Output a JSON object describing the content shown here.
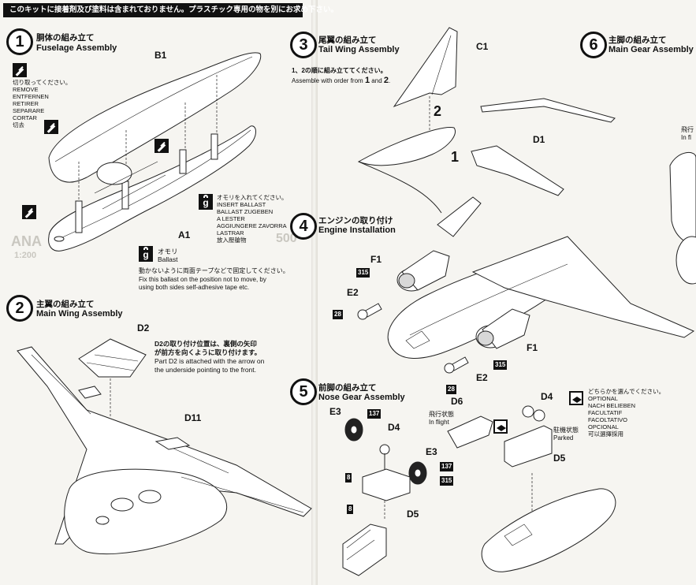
{
  "notice": "このキットに接着剤及び塗料は含まれておりません。プラスチック専用の物を別にお求め下さい。",
  "steps": [
    {
      "number": "1",
      "title_jp": "胴体の組み立て",
      "title_en": "Fuselage Assembly"
    },
    {
      "number": "2",
      "title_jp": "主翼の組み立て",
      "title_en": "Main Wing Assembly"
    },
    {
      "number": "3",
      "title_jp": "尾翼の組み立て",
      "title_en": "Tail Wing Assembly"
    },
    {
      "number": "4",
      "title_jp": "エンジンの取り付け",
      "title_en": "Engine Installation"
    },
    {
      "number": "5",
      "title_jp": "前脚の組み立て",
      "title_en": "Nose Gear Assembly"
    },
    {
      "number": "6",
      "title_jp": "主脚の組み立て",
      "title_en": "Main Gear Assembly"
    }
  ],
  "remove_note": [
    "切り取ってください。",
    "REMOVE",
    "ENTFERNEN",
    "RETIRER",
    "SEPARARE",
    "CORTAR",
    "切去"
  ],
  "ballast_note": [
    "オモリを入れてください。",
    "INSERT BALLAST",
    "BALLAST ZUGEBEN",
    "A LESTER",
    "AGGIUNGERE ZAVORRA",
    "LASTRAR",
    "放入壓艙物"
  ],
  "ballast_label": {
    "jp": "オモリ",
    "en": "Ballast"
  },
  "ballast_fix": [
    "動かないように両面テープなどで固定してください。",
    "Fix this ballast on the position not to move, by",
    "using both sides self-adhesive tape etc."
  ],
  "d2_note": [
    "D2の取り付け位置は、裏側の矢印",
    "が前方を向くように取り付けます。",
    "Part D2 is attached with the arrow on",
    "the underside pointing to the front."
  ],
  "tail_order": {
    "jp": "1、2の順に組み立ててください。",
    "en_prefix": "Assemble with order from",
    "first": "1",
    "and": "and",
    "second": "2",
    "end": "."
  },
  "optional_note": [
    "どちらかを選んでください。",
    "OPTIONAL",
    "NACH BELIEBEN",
    "FACULTATIF",
    "FACOLTATIVO",
    "OPCIONAL",
    "可以選擇採用"
  ],
  "in_flight": {
    "jp": "飛行状態",
    "en": "In flight"
  },
  "parked": {
    "jp": "駐機状態",
    "en": "Parked"
  },
  "main_gear_partial": {
    "jp": "飛行",
    "en": "In fl"
  },
  "parts": {
    "b1": "B1",
    "a1": "A1",
    "d2": "D2",
    "d11": "D11",
    "c1": "C1",
    "d1": "D1",
    "f1": "F1",
    "e2": "E2",
    "e3": "E3",
    "d4": "D4",
    "d5": "D5",
    "d6": "D6",
    "num1": "1",
    "num2": "2"
  },
  "paint_codes": {
    "c315": "315",
    "c28": "28",
    "c137": "137",
    "c8": "8"
  },
  "background_print": {
    "ana": "ANA",
    "scale": "1:200",
    "num500": "500"
  },
  "colors": {
    "ink": "#111111",
    "paper": "#f6f5f1"
  }
}
